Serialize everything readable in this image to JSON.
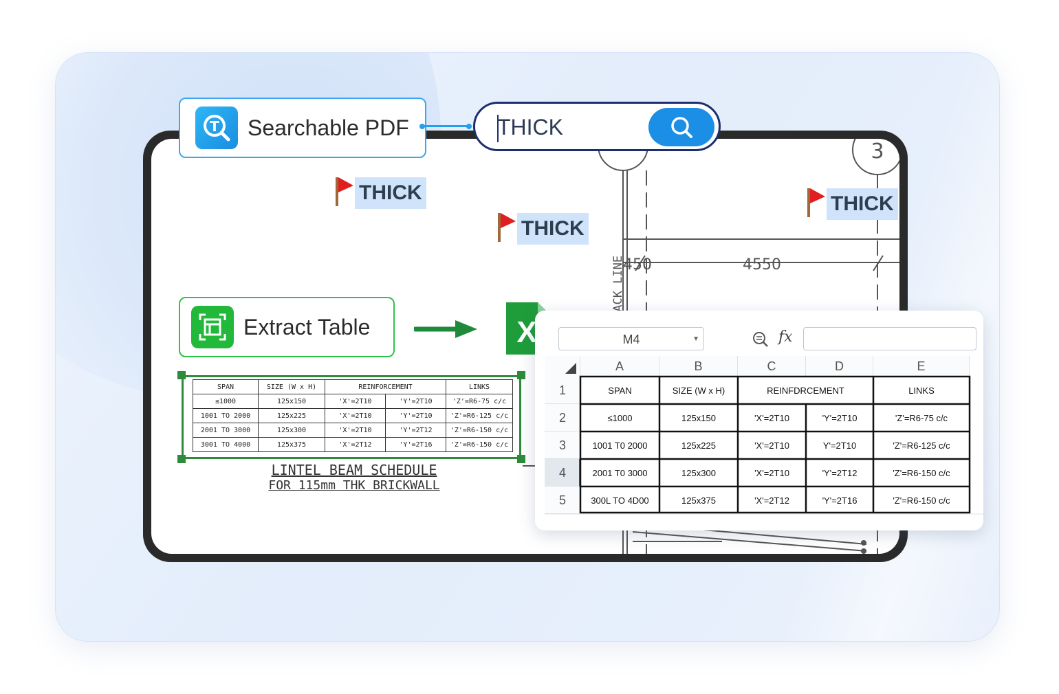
{
  "search": {
    "feature_label": "Searchable PDF",
    "query": "THICK"
  },
  "highlights": [
    "THICK",
    "THICK",
    "THICK"
  ],
  "extract": {
    "feature_label": "Extract Table"
  },
  "drawing": {
    "dim_450": "450",
    "dim_4550": "4550",
    "back_line": "BACK LINE",
    "grid_mark": "3"
  },
  "schedule": {
    "headers": [
      "SPAN",
      "SIZE (W x H)",
      "REINFORCEMENT",
      "LINKS"
    ],
    "rows": [
      [
        "≤1000",
        "125x150",
        "'X'=2T10",
        "'Y'=2T10",
        "'Z'=R6-75 c/c"
      ],
      [
        "1001 TO 2000",
        "125x225",
        "'X'=2T10",
        "'Y'=2T10",
        "'Z'=R6-125 c/c"
      ],
      [
        "2001 TO 3000",
        "125x300",
        "'X'=2T10",
        "'Y'=2T12",
        "'Z'=R6-150 c/c"
      ],
      [
        "3001 TO 4000",
        "125x375",
        "'X'=2T12",
        "'Y'=2T16",
        "'Z'=R6-150 c/c"
      ]
    ],
    "title_line1": "LINTEL BEAM SCHEDULE",
    "title_line2": "FOR 115mm THK BRICKWALL"
  },
  "spreadsheet": {
    "cell_ref": "M4",
    "fx_label": "fx",
    "columns": [
      "A",
      "B",
      "C",
      "D",
      "E"
    ],
    "row_numbers": [
      "1",
      "2",
      "3",
      "4",
      "5"
    ],
    "header_row": [
      "SPAN",
      "SIZE (W x H)",
      "REINFDRCEMENT",
      "LINKS"
    ],
    "rows": [
      [
        "≤1000",
        "125x150",
        "'X'=2T10",
        "'Y'=2T10",
        "'Z'=R6-75 c/c"
      ],
      [
        "1001 T0 2000",
        "125x225",
        "'X'=2T10",
        "Y'=2T10",
        "'Z'=R6-125 c/c"
      ],
      [
        "2001 T0 3000",
        "125x300",
        "'X'=2T10",
        "'Y'=2T12",
        "'Z'=R6-150 c/c"
      ],
      [
        "300L TO 4D00",
        "125x375",
        "'X'=2T12",
        "'Y'=2T16",
        "'Z'=R6-150 c/c"
      ]
    ],
    "excel_letter": "X"
  },
  "colors": {
    "accent_blue": "#1b8ee6",
    "accent_green": "#2e8b3c",
    "highlight": "#cfe4fa",
    "flag_red": "#e02020"
  }
}
